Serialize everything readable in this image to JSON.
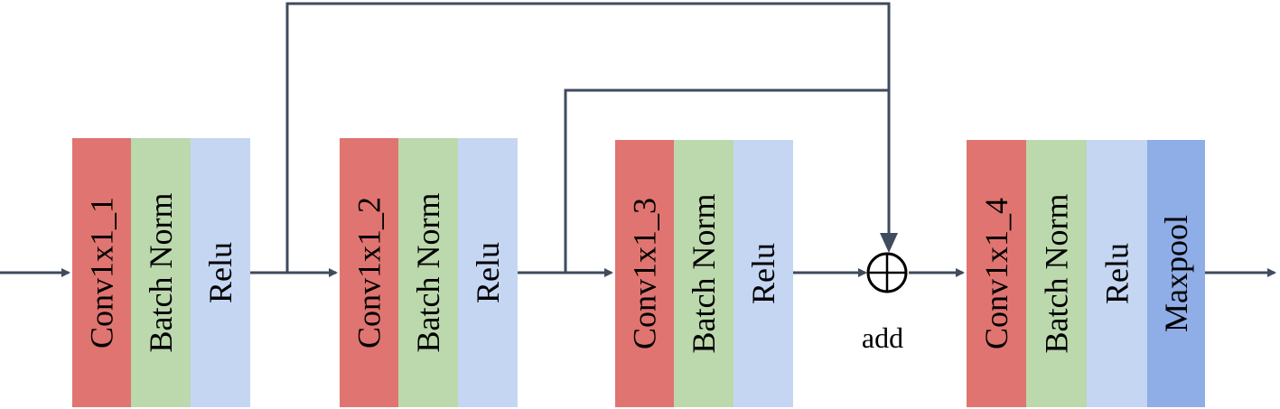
{
  "blocks": [
    {
      "layers": [
        {
          "label": "Conv1x1_1",
          "color": "#e07470"
        },
        {
          "label": "Batch Norm",
          "color": "#bcd8ad"
        },
        {
          "label": "Relu",
          "color": "#c5d6f3"
        }
      ]
    },
    {
      "layers": [
        {
          "label": "Conv1x1_2",
          "color": "#e07470"
        },
        {
          "label": "Batch Norm",
          "color": "#bcd8ad"
        },
        {
          "label": "Relu",
          "color": "#c5d6f3"
        }
      ]
    },
    {
      "layers": [
        {
          "label": "Conv1x1_3",
          "color": "#e07470"
        },
        {
          "label": "Batch Norm",
          "color": "#bcd8ad"
        },
        {
          "label": "Relu",
          "color": "#c5d6f3"
        }
      ]
    },
    {
      "layers": [
        {
          "label": "Conv1x1_4",
          "color": "#e07470"
        },
        {
          "label": "Batch Norm",
          "color": "#bcd8ad"
        },
        {
          "label": "Relu",
          "color": "#c5d6f3"
        },
        {
          "label": "Maxpool",
          "color": "#8fade6"
        }
      ]
    }
  ],
  "add_node": {
    "label": "add",
    "icon": "circle-plus-icon"
  },
  "colors": {
    "wire": "#3f4b5e"
  }
}
